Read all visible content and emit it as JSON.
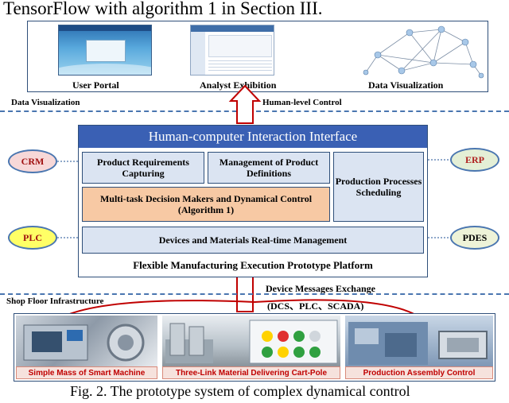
{
  "top_caption": "TensorFlow with algorithm 1 in Section III.",
  "top_panel": {
    "user_portal": "User Portal",
    "analyst_exhibition": "Analyst  Exhibition",
    "data_visualization": "Data Visualization"
  },
  "labels": {
    "data_visualization": "Data Visualization",
    "human_level_control": "Human-level Control",
    "shop_floor": "Shop Floor Infrastructure",
    "device_messages": "Device Messages  Exchange",
    "protocols": "(DCS、PLC、SCADA)"
  },
  "hci": {
    "title": "Human-computer Interaction Interface",
    "product_requirements": "Product Requirements Capturing",
    "management": "Management of Product Definitions",
    "production_scheduling": "Production Processes Scheduling",
    "multitask": "Multi-task Decision Makers and Dynamical Control (Algorithm 1)",
    "devices": "Devices and Materials Real-time Management",
    "platform": "Flexible Manufacturing Execution Prototype Platform"
  },
  "systems": {
    "crm": "CRM",
    "erp": "ERP",
    "plc": "PLC",
    "pdes": "PDES"
  },
  "bottom_panel": {
    "smart_machine": "Simple Mass of Smart Machine",
    "cart_pole": "Three-Link Material Delivering Cart-Pole",
    "assembly": "Production Assembly Control"
  },
  "figure_caption": "Fig. 2.      The prototype system of complex dynamical control",
  "colors": {
    "hci_title": "#3a60b4",
    "box_fill": "#dbe4f2",
    "orange_fill": "#f7c9a4",
    "arrow_red": "#c00000",
    "dash_blue": "#4a76b0"
  }
}
